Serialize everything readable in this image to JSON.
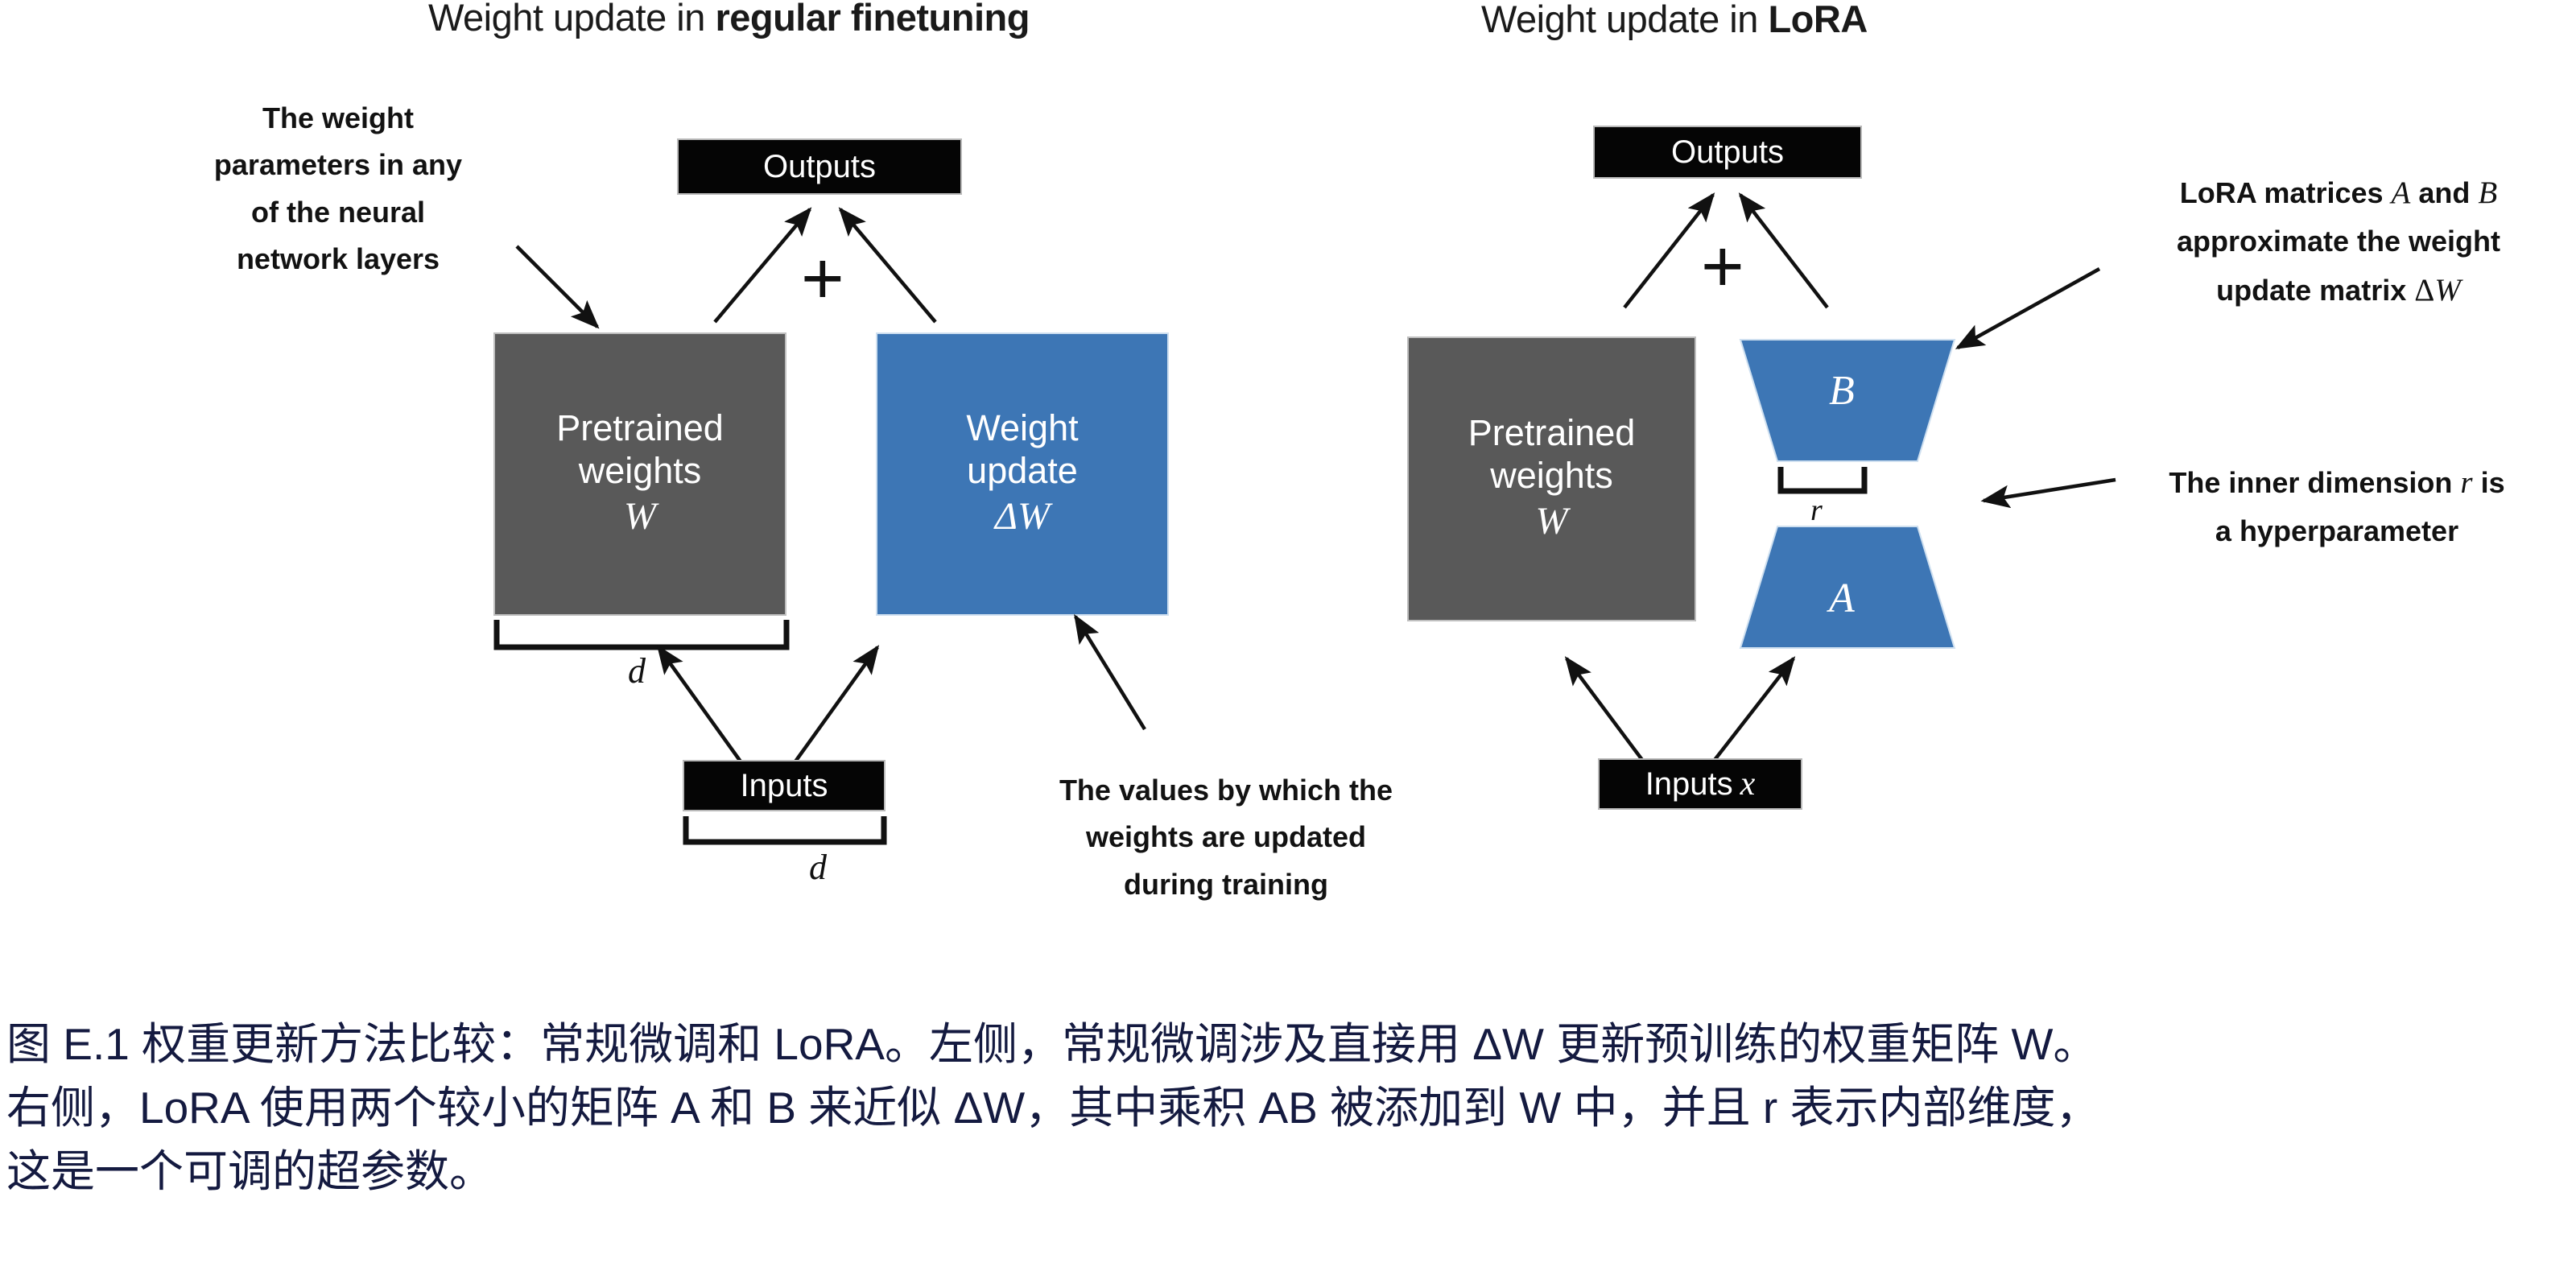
{
  "figure": {
    "left_panel": {
      "title_prefix": "Weight update in ",
      "title_emphasis": "regular finetuning",
      "outputs_label": "Outputs",
      "plus_symbol": "+",
      "pretrained_line1": "Pretrained",
      "pretrained_line2": "weights",
      "pretrained_symbol": "W",
      "update_line1": "Weight",
      "update_line2": "update",
      "update_symbol": "ΔW",
      "inputs_label": "Inputs",
      "dim_label_top": "d",
      "dim_label_bottom": "d",
      "note_weight_params": "The weight\nparameters in any\nof the neural\nnetwork layers",
      "note_values_updated": "The values by which the\nweights are updated\nduring training"
    },
    "right_panel": {
      "title_prefix": "Weight update in ",
      "title_emphasis": "LoRA",
      "outputs_label": "Outputs",
      "plus_symbol": "+",
      "pretrained_line1": "Pretrained",
      "pretrained_line2": "weights",
      "pretrained_symbol": "W",
      "matrix_b_label": "B",
      "matrix_a_label": "A",
      "inner_dim_label": "r",
      "inputs_label": "Inputs",
      "inputs_symbol": "x",
      "note_lora_matrices_l1": "LoRA matrices A and B",
      "note_lora_matrices_l2": "approximate the weight",
      "note_lora_matrices_l3": "update matrix ΔW",
      "note_inner_dim_l1": "The inner dimension r is",
      "note_inner_dim_l2": "a hyperparameter"
    }
  },
  "caption": {
    "text": "图 E.1 权重更新方法比较：常规微调和 LoRA。左侧，常规微调涉及直接用 ΔW 更新预训练的权重矩阵 W。\n右侧，LoRA 使用两个较小的矩阵 A 和 B 来近似 ΔW，其中乘积 AB 被添加到 W 中，并且 r 表示内部维度，\n这是一个可调的超参数。"
  },
  "colors": {
    "gray_matrix": "#595959",
    "blue_matrix": "#3d76b5",
    "black_box": "#050505",
    "caption_text": "#141a40",
    "background": "#ffffff"
  }
}
